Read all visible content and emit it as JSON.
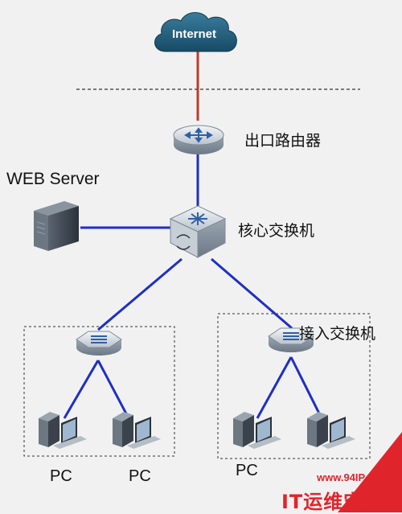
{
  "nodes": {
    "internet": "Internet",
    "router": "出口路由器",
    "web_server": "WEB Server",
    "core_switch": "核心交换机",
    "access_switch": "接入交换机",
    "pc_labels": [
      "PC",
      "PC",
      "PC"
    ]
  },
  "watermark": {
    "url": "www.94IP.com",
    "brand": "IT运维空间"
  },
  "colors": {
    "internet_link": "#c0392b",
    "lan_link": "#1e2fc4",
    "cloud": "#1f5a78",
    "watermark_red": "#e0242b"
  }
}
